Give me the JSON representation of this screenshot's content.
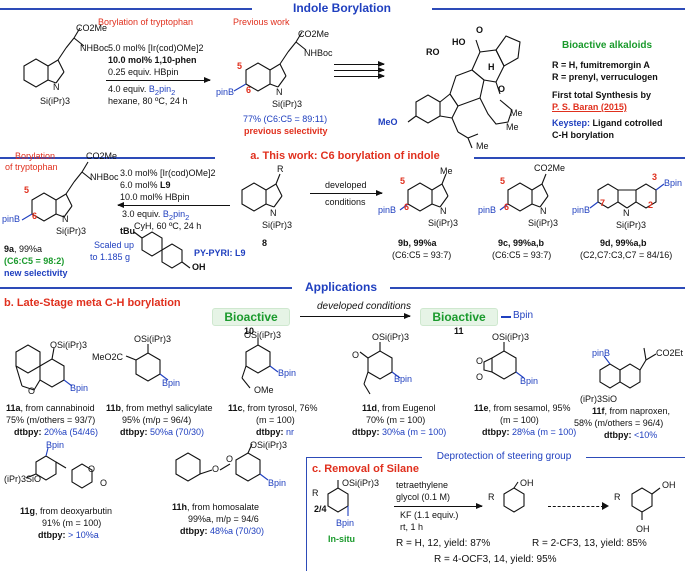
{
  "headers": {
    "top": "Indole Borylation",
    "section_a": "a. This work: C6 borylation of indole",
    "applications": "Applications",
    "section_b": "b. Late-Stage meta C-H borylation",
    "section_c_box": "Deprotection of steering group",
    "section_c": "c. Removal of Silane"
  },
  "top": {
    "borylation_label": "Borylation of tryptophan",
    "previous_work_label": "Previous work",
    "conditions": [
      "5.0 mol% [Ir(cod)OMe]2",
      "10.0 mol% 1,10-phen",
      "0.25 equiv. HBpin",
      "4.0 equiv. B2pin2",
      "hexane, 80 ºC, 24 h"
    ],
    "result_line1": "77% (C6:C5 = 89:11)",
    "result_line2": "previous selectivity",
    "bioactive_label": "Bioactive alkaloids",
    "r_h": "R = H, fumitremorgin A",
    "r_prenyl": "R = prenyl, verruculogen",
    "first_total": "First total Synthesis by",
    "baran": "P. S. Baran (2015)",
    "keystep_label": "Keystep:",
    "keystep_text1": "Ligand cotrolled",
    "keystep_text2": "C-H borylation",
    "labels": {
      "co2me": "CO2Me",
      "nhboc": "NHBoc",
      "si": "Si(iPr)3",
      "pinB": "pinB",
      "n5": "5",
      "n6": "6",
      "meo": "MeO",
      "me": "Me",
      "ro": "RO",
      "ho": "HO",
      "h": "H",
      "n": "N",
      "o": "O"
    }
  },
  "section_a": {
    "borylation_label": "Borylation of tryptophan",
    "cond_left": [
      "3.0 mol% [Ir(cod)OMe]2",
      "6.0 mol% L9",
      "10.0 mol% HBpin",
      "3.0 equiv. B2pin2",
      "CyH, 60 ºC, 24 h"
    ],
    "cond_right": [
      "developed",
      "conditions"
    ],
    "sm_label": "8",
    "p9a_name": "9a",
    "p9a_yield": ", 99%a",
    "p9a_sel": "(C6:C5 = 98:2)",
    "p9a_new": "new selectivity",
    "scaled": [
      "Scaled up",
      "to 1.185 g"
    ],
    "ligand_label": "PY-PYRI: L9",
    "tbu": "tBu",
    "oh": "OH",
    "p9b": [
      "9b, 99%a",
      "(C6:C5 = 93:7)"
    ],
    "p9c": [
      "9c, 99%a,b",
      "(C6:C5 = 93:7)"
    ],
    "p9d": [
      "9d, 99%a,b",
      "(C2,C7:C3,C7 = 84/16)"
    ],
    "bpin": "Bpin",
    "r": "R",
    "me": "Me",
    "n2": "2",
    "n3": "3",
    "n5": "5",
    "n6": "6",
    "n7": "7"
  },
  "section_b": {
    "bioactive1": "Bioactive",
    "bioactive2": "Bioactive",
    "num10": "10",
    "num11": "11",
    "developed": "developed conditions",
    "bpin_key": "Bpin",
    "compounds": [
      {
        "name": "11a",
        "line1": ", from cannabinoid",
        "line2": "75% (m/others = 93/7)",
        "dtbpy": "dtbpy: ",
        "dt_val": "20%a (54/46)"
      },
      {
        "name": "11b",
        "line1": ", from methyl salicylate",
        "line2": "95% (m/p = 96/4)",
        "dtbpy": "dtbpy: ",
        "dt_val": "50%a (70/30)"
      },
      {
        "name": "11c",
        "line1": ", from tyrosol, 76%",
        "line2": "(m = 100)",
        "dtbpy": "dtbpy: ",
        "dt_val": "nr"
      },
      {
        "name": "11d",
        "line1": ", from Eugenol",
        "line2": "70% (m = 100)",
        "dtbpy": "dtbpy: ",
        "dt_val": "30%a (m = 100)"
      },
      {
        "name": "11e",
        "line1": ", from sesamol, 95%",
        "line2": "(m = 100)",
        "dtbpy": "dtbpy: ",
        "dt_val": "28%a (m = 100)"
      },
      {
        "name": "11f",
        "line1": ", from naproxen,",
        "line2": "58% (m/others = 96/4)",
        "dtbpy": "dtbpy: ",
        "dt_val": "<10%"
      },
      {
        "name": "11g",
        "line1": ", from deoxyarbutin",
        "line2": "91% (m = 100)",
        "dtbpy": "dtbpy: ",
        "dt_val": "> 10%a"
      },
      {
        "name": "11h",
        "line1": ", from homosalate",
        "line2": "99%a, m/p = 94/6",
        "dtbpy": "dtbpy: ",
        "dt_val": "48%a (70/30)"
      }
    ],
    "labels": {
      "osi": "OSi(iPr)3",
      "bpin": "Bpin",
      "meo2c": "MeO2C",
      "ome": "OMe",
      "co2et": "CO2Et",
      "pinB": "pinB",
      "isio": "(iPr)3SiO",
      "o": "O"
    }
  },
  "section_c": {
    "r": "R",
    "osi": "OSi(iPr)3",
    "pos": "2/4",
    "bpin": "Bpin",
    "insitu": "In-situ",
    "conditions": [
      "tetraethylene",
      "glycol (0.1 M)",
      "KF (1.1 equiv.)",
      "rt, 1 h"
    ],
    "oh": "OH",
    "results": [
      "R = H, 12, yield: 87%",
      "R = 2-CF3, 13, yield: 85%",
      "R = 4-OCF3, 14, yield: 95%"
    ]
  }
}
